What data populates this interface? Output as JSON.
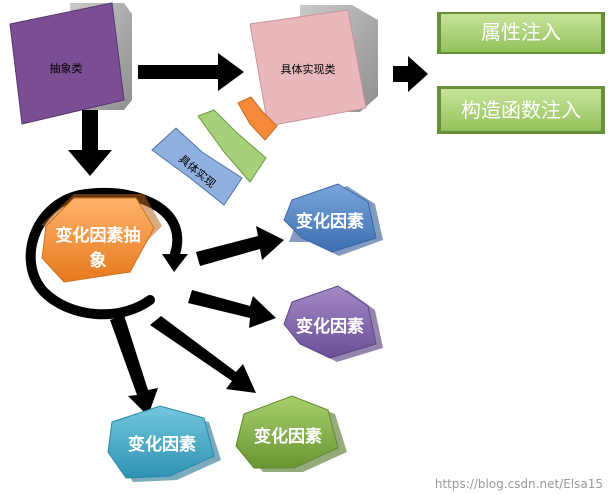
{
  "abstract_class": {
    "label": "抽象类"
  },
  "concrete_class": {
    "label": "具体实现类"
  },
  "concrete_impl_tag": {
    "label": "具体实现"
  },
  "injection": {
    "property": "属性注入",
    "constructor": "构造函数注入"
  },
  "abstraction_hex": {
    "label_line1": "变化因素抽",
    "label_line2": "象"
  },
  "factors": [
    {
      "label": "变化因素",
      "color": "#4a7fc1"
    },
    {
      "label": "变化因素",
      "color": "#7a5fa6"
    },
    {
      "label": "变化因素",
      "color": "#3ea6c4"
    },
    {
      "label": "变化因素",
      "color": "#7eaa3f"
    }
  ],
  "colors": {
    "abstract_fill": "#7b4e94",
    "concrete_fill": "#e8b8bc",
    "green_fill": "#a9d173",
    "orange_fill": "#f08a2f"
  },
  "watermark": "https://blog.csdn.net/Elsa15"
}
